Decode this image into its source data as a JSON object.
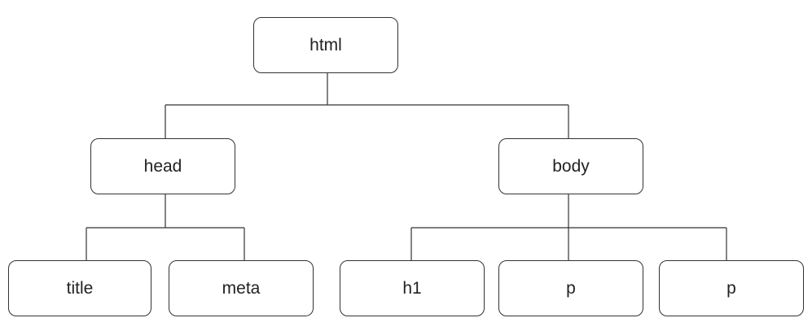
{
  "tree": {
    "root": "html",
    "children": {
      "head": "head",
      "body": "body"
    },
    "head_children": [
      "title",
      "meta"
    ],
    "body_children": [
      "h1",
      "p",
      "p"
    ]
  },
  "colors": {
    "line": "#333333",
    "background": "#ffffff"
  }
}
